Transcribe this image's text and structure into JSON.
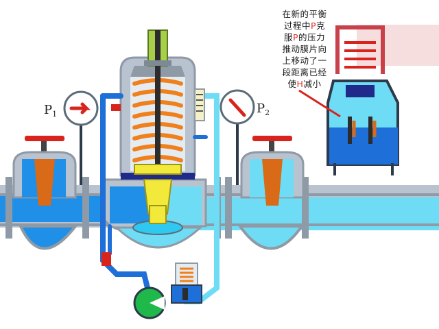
{
  "gauge_left": {
    "label": "P",
    "subscript": "1"
  },
  "gauge_right": {
    "label": "P",
    "subscript": "2"
  },
  "caption": {
    "line1": "在新的平衡",
    "line2_a": "过程中",
    "line2_hl": "P",
    "line2_b": "克",
    "line3_a": "服",
    "line3_hl": "P",
    "line3_b": "的压力",
    "line4": "推动膜片向",
    "line5": "上移动了一",
    "line6": "段距离已经",
    "line7_a": "使",
    "line7_hl": "H",
    "line7_b": "减小"
  },
  "colors": {
    "fluid_light": "#2ec8f0",
    "fluid_dark": "#1f6fd8",
    "spring": "#f0801c",
    "valve_plug": "#f2e93a",
    "body_gray": "#b9c3cf",
    "handle_red": "#d8241c",
    "gate_orange": "#d86a18",
    "pilot_green": "#1fb84a"
  }
}
